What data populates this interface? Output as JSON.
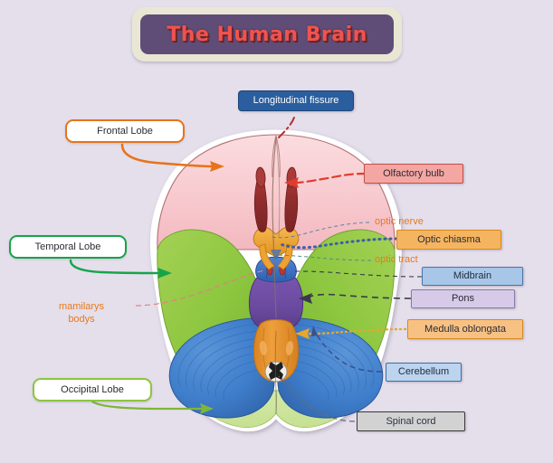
{
  "page": {
    "background_color": "#e4dfeb",
    "title": "The Human Brain",
    "title_plate_color": "#5f4d78",
    "title_text_color": "#ef5350",
    "title_frame_color": "#eae6d4"
  },
  "diagram": {
    "subject": "inferior (ventral) view of the human brain",
    "regions": [
      {
        "name": "frontal-lobe",
        "color": "#f8ccd0"
      },
      {
        "name": "temporal-lobe",
        "color": "#8cc63f"
      },
      {
        "name": "occipital-lobe",
        "color": "#d2e8a8"
      },
      {
        "name": "cerebellum",
        "color": "#3d7cc9"
      },
      {
        "name": "pons",
        "color": "#6a4a9e"
      },
      {
        "name": "medulla-oblongata",
        "color": "#e8922e"
      },
      {
        "name": "midbrain",
        "color": "#3e6fc4"
      },
      {
        "name": "optic-chiasma",
        "color": "#f0a330"
      },
      {
        "name": "olfactory-tract",
        "color": "#9e3232"
      },
      {
        "name": "spinal-cord",
        "color": "#f2ede4"
      }
    ]
  },
  "labels": {
    "longitudinal_fissure": "Longitudinal fissure",
    "frontal_lobe": "Frontal Lobe",
    "temporal_lobe": "Temporal Lobe",
    "occipital_lobe": "Occipital Lobe",
    "olfactory_bulb": "Olfactory bulb",
    "optic_nerve": "optic nerve",
    "optic_chiasma": "Optic chiasma",
    "optic_tract": "optic tract",
    "midbrain": "Midbrain",
    "pons": "Pons",
    "medulla_oblongata": "Medulla oblongata",
    "cerebellum": "Cerebellum",
    "spinal_cord": "Spinal cord",
    "mamilary_bodies_line1": "mamilarys",
    "mamilary_bodies_line2": "bodys"
  },
  "connectors": {
    "frontal_lobe": {
      "style": "solid-arrow",
      "color": "#e8731a"
    },
    "temporal_lobe": {
      "style": "solid-arrow",
      "color": "#16a44a"
    },
    "occipital_lobe": {
      "style": "solid-arrow",
      "color": "#6aa82e"
    },
    "longitudinal_fissure": {
      "style": "dash-dot",
      "color": "#b03030"
    },
    "olfactory_bulb": {
      "style": "dashed-arrow",
      "color": "#e03c2e"
    },
    "optic_nerve": {
      "style": "thin-dashed",
      "color": "#5f7fa8"
    },
    "optic_chiasma": {
      "style": "dotted-thick",
      "color": "#3a5fa8"
    },
    "optic_tract": {
      "style": "thin-dashed",
      "color": "#4f8f7f"
    },
    "midbrain": {
      "style": "dashed",
      "color": "#333a4a"
    },
    "pons": {
      "style": "dashed-arrow",
      "color": "#3a3a4a"
    },
    "medulla_oblongata": {
      "style": "dotted-arrow",
      "color": "#e8a62e"
    },
    "cerebellum": {
      "style": "dashed-arrow",
      "color": "#3a4f8a"
    },
    "spinal_cord": {
      "style": "dashed",
      "color": "#6a6a78"
    },
    "mamilary_bodies": {
      "style": "dashed",
      "color": "#e08080"
    }
  }
}
